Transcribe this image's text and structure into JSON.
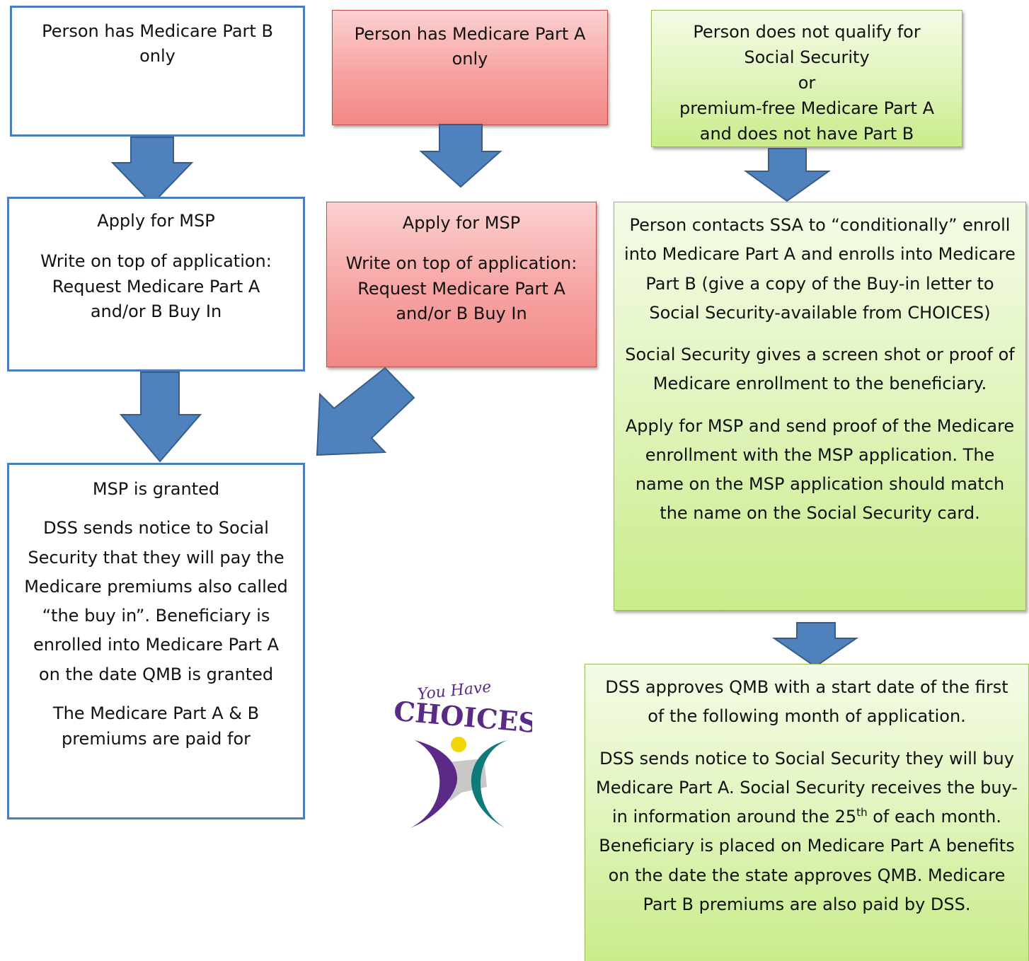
{
  "colors": {
    "arrow_fill": "#4f81bd",
    "arrow_stroke": "#385d8a",
    "blue_border": "#4a7ebb",
    "red_border": "#c0504d",
    "green_border": "#9bbb59",
    "logo_purple": "#5b2a86",
    "logo_teal": "#0f7a7a",
    "logo_yellow": "#f2d600"
  },
  "boxes": {
    "part_b_only": {
      "line1": "Person has Medicare Part B",
      "line2": "only"
    },
    "part_a_only": {
      "line1": "Person has Medicare Part A",
      "line2": "only"
    },
    "no_qualify": {
      "line1": "Person does not qualify for",
      "line2": "Social Security",
      "line3": "or",
      "line4": "premium-free Medicare Part A",
      "line5": "and does not have Part B"
    },
    "apply_left": {
      "title": "Apply for MSP",
      "body_line1": "Write on top of application:",
      "body_line2": "Request Medicare Part A",
      "body_line3": "and/or B Buy In"
    },
    "apply_middle": {
      "title": "Apply for MSP",
      "body_line1": "Write on top of application:",
      "body_line2": "Request Medicare Part A",
      "body_line3": "and/or B Buy In"
    },
    "ssa_contact": {
      "para1": "Person contacts SSA to “conditionally” enroll into Medicare Part A and enrolls into Medicare Part B (give a copy of the Buy-in letter to Social Security-available from CHOICES)",
      "para2": "Social Security gives a screen shot or proof of Medicare enrollment to the beneficiary.",
      "para3": "Apply for MSP and send proof of the Medicare enrollment with the MSP application.  The name on the MSP application should match the name on the Social Security card."
    },
    "msp_granted": {
      "title": "MSP is granted",
      "para1": "DSS sends notice to Social Security that they will pay the Medicare premiums also called “the buy in”.  Beneficiary is enrolled into Medicare Part A on the date QMB is granted",
      "para2": "The Medicare Part A & B premiums are paid for"
    },
    "dss_approves": {
      "para1": "DSS approves QMB with a start date of the first of the following month of application.",
      "para2_before": "DSS sends notice to Social Security they will buy Medicare Part A.  Social Security receives the buy-in information around the 25",
      "para2_sup": "th",
      "para2_after": " of each month.  Beneficiary is placed on Medicare Part A benefits on the date the state approves QMB.  Medicare Part B premiums are also paid by DSS."
    }
  },
  "logo": {
    "tagline": "You Have",
    "brand": "CHOICES"
  }
}
